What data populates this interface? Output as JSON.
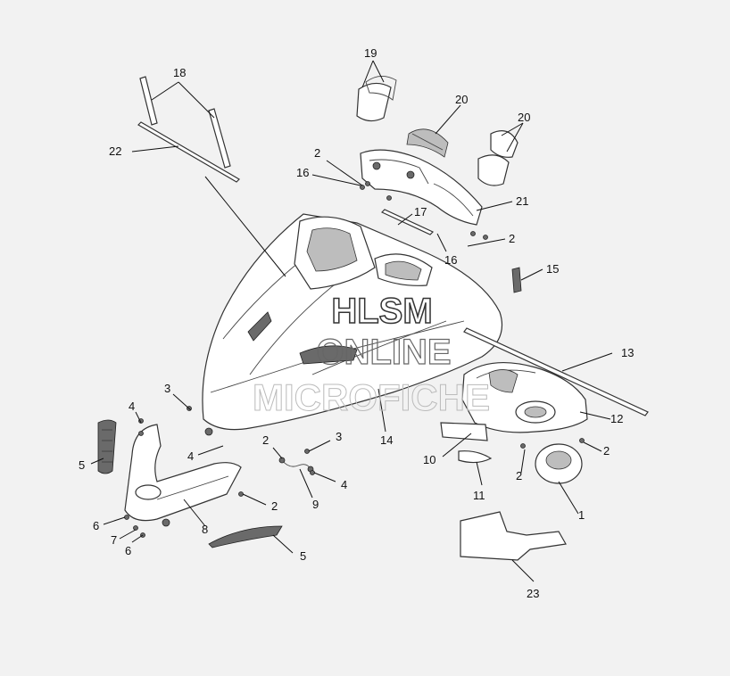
{
  "watermark": {
    "line1": "HLSM",
    "line2": "ONLINE",
    "line3": "MICROFICHE"
  },
  "callouts": [
    {
      "id": "c1",
      "label": "1"
    },
    {
      "id": "c2a",
      "label": "2"
    },
    {
      "id": "c2b",
      "label": "2"
    },
    {
      "id": "c2c",
      "label": "2"
    },
    {
      "id": "c2d",
      "label": "2"
    },
    {
      "id": "c2e",
      "label": "2"
    },
    {
      "id": "c2f",
      "label": "2"
    },
    {
      "id": "c3a",
      "label": "3"
    },
    {
      "id": "c3b",
      "label": "3"
    },
    {
      "id": "c4a",
      "label": "4"
    },
    {
      "id": "c4b",
      "label": "4"
    },
    {
      "id": "c4c",
      "label": "4"
    },
    {
      "id": "c5a",
      "label": "5"
    },
    {
      "id": "c5b",
      "label": "5"
    },
    {
      "id": "c6a",
      "label": "6"
    },
    {
      "id": "c6b",
      "label": "6"
    },
    {
      "id": "c7",
      "label": "7"
    },
    {
      "id": "c8",
      "label": "8"
    },
    {
      "id": "c9",
      "label": "9"
    },
    {
      "id": "c10",
      "label": "10"
    },
    {
      "id": "c11",
      "label": "11"
    },
    {
      "id": "c12",
      "label": "12"
    },
    {
      "id": "c13",
      "label": "13"
    },
    {
      "id": "c14",
      "label": "14"
    },
    {
      "id": "c15",
      "label": "15"
    },
    {
      "id": "c16a",
      "label": "16"
    },
    {
      "id": "c16b",
      "label": "16"
    },
    {
      "id": "c17",
      "label": "17"
    },
    {
      "id": "c18",
      "label": "18"
    },
    {
      "id": "c19",
      "label": "19"
    },
    {
      "id": "c20a",
      "label": "20"
    },
    {
      "id": "c20b",
      "label": "20"
    },
    {
      "id": "c21",
      "label": "21"
    },
    {
      "id": "c22",
      "label": "22"
    },
    {
      "id": "c23",
      "label": "23"
    }
  ]
}
